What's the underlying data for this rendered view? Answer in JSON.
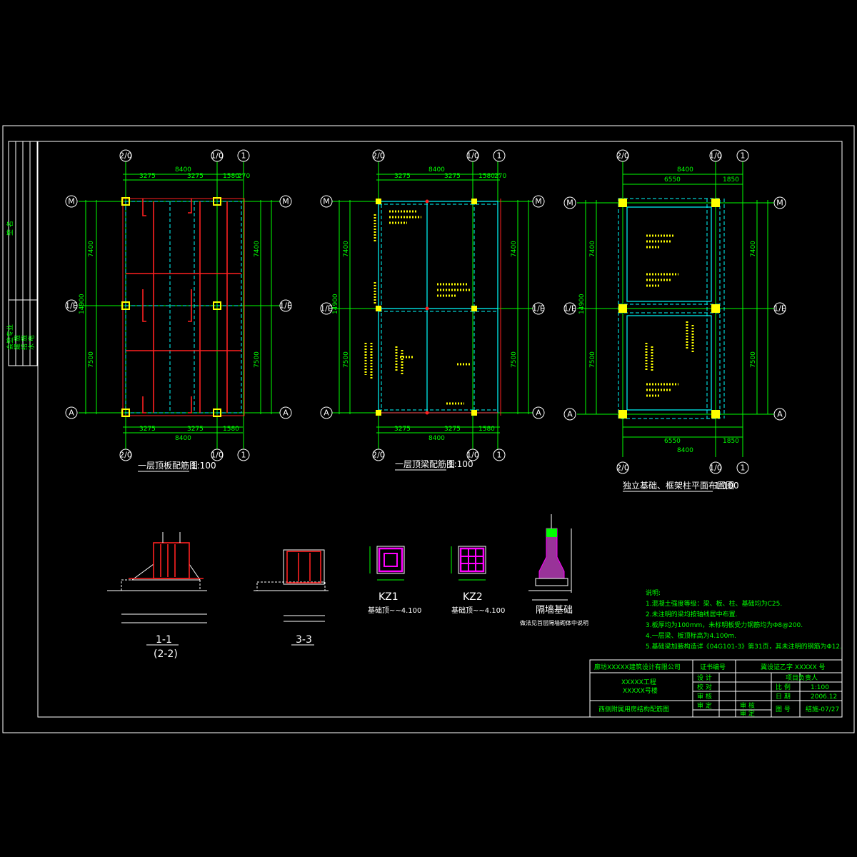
{
  "plan1": {
    "title": "一层顶板配筋图",
    "scale": "1:100"
  },
  "plan2": {
    "title": "一层顶梁配筋图",
    "scale": "1:100"
  },
  "plan3": {
    "title": "独立基础、框架柱平面布置图",
    "scale": "1:100"
  },
  "axes": {
    "top_left": "2/0",
    "top_mid": "1/0",
    "top_right": "1",
    "row_top": "M",
    "row_mid": "1/E",
    "row_bot": "A"
  },
  "dims": {
    "total_width": "8400",
    "seg1": "3275",
    "seg2": "3275",
    "seg3": "1580",
    "seg4": "270",
    "total_height": "14900",
    "upper": "7400",
    "lower": "7500",
    "p3_left": "6550",
    "p3_right": "1850"
  },
  "sections": {
    "s11_title": "1-1",
    "s11_sub": "(2-2)",
    "s33_title": "3-3",
    "kz1": "KZ1",
    "kz1_note": "基础顶~~4.100",
    "kz2": "KZ2",
    "kz2_note": "基础顶~~4.100",
    "wall_title": "隔墙基础",
    "wall_note": "做法见首层隔墙砌体中说明"
  },
  "notes": {
    "heading": "说明:",
    "n1": "1.混凝土强度等级：梁、板、柱、基础均为C25.",
    "n2": "2.未注明的梁均按轴线居中布置.",
    "n3": "3.板厚均为100mm，未标明板受力钢筋均为Φ8@200.",
    "n4": "4.一层梁、板顶标高为4.100m.",
    "n5": "5.基础梁加腋构造详《04G101-3》第31页，其未注明的钢筋为Φ12."
  },
  "titleblock": {
    "company": "廊坊XXXXX建筑设计有限公司",
    "cert_label": "证书编号",
    "cert_value": "冀设证乙字 XXXXX 号",
    "project": "XXXXX工程",
    "building": "XXXXX号楼",
    "drawing": "西侧附属用房结构配筋图",
    "r1": "设 计",
    "r2": "校 对",
    "r3": "审 核",
    "r4": "审 定",
    "r5": "审 核",
    "r6": "审 定",
    "lead": "项目负责人",
    "scale_label": "比 例",
    "scale_value": "1:100",
    "date_label": "日 期",
    "date_value": "2006.12",
    "no_label": "图 号",
    "no_value": "结施-07/27"
  },
  "sidebar": {
    "a": "签 名",
    "b": "会签专业",
    "c": "建 施",
    "d": "结 施",
    "e": "水 电"
  }
}
